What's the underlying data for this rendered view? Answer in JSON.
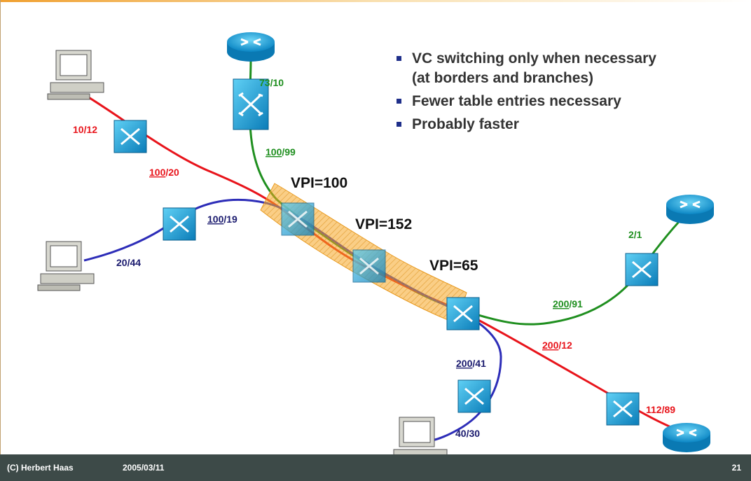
{
  "bullets": [
    "VC switching only when necessary\n(at borders and branches)",
    "Fewer table entries necessary",
    "Probably faster"
  ],
  "vpi_labels": {
    "vpi100": "VPI=100",
    "vpi152": "VPI=152",
    "vpi65": "VPI=65"
  },
  "link_labels": {
    "l_73_10": "73/10",
    "l_100_99_a": "100",
    "l_100_99_b": "/99",
    "l_10_12": "10/12",
    "l_100_20_a": "100",
    "l_100_20_b": "/20",
    "l_100_19_a": "100",
    "l_100_19_b": "/19",
    "l_20_44": "20/44",
    "l_2_1": "2/1",
    "l_200_91_a": "200",
    "l_200_91_b": "/91",
    "l_200_12_a": "200",
    "l_200_12_b": "/12",
    "l_200_41_a": "200",
    "l_200_41_b": "/41",
    "l_112_89": "112/89",
    "l_40_30": "40/30"
  },
  "colors": {
    "red": "#e8141b",
    "green": "#1f8f1f",
    "blue": "#2d2db8",
    "navy": "#1a1a6e",
    "tunnel": "#f5a623",
    "switch": "#1ea0d8",
    "footer": "#3d4a48"
  },
  "footer": {
    "author": "(C) Herbert Haas",
    "date": "2005/03/11",
    "page": "21"
  }
}
